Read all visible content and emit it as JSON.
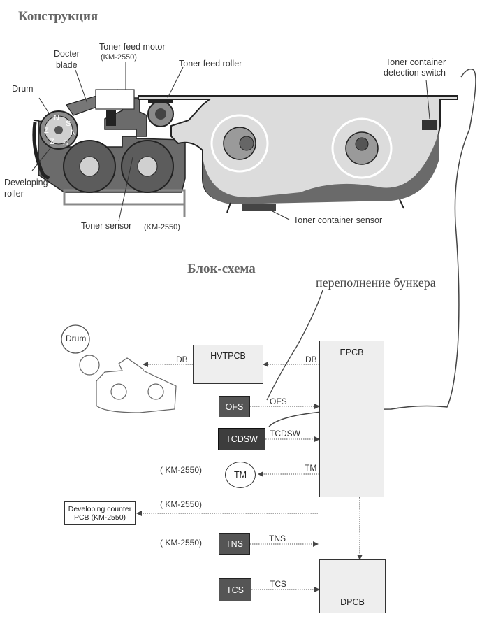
{
  "headings": {
    "construction": "Конструкция",
    "block_diagram": "Блок-схема"
  },
  "labels": {
    "toner_feed_motor": "Toner feed motor",
    "toner_feed_motor_model": "(KM-2550)",
    "docter_blade_1": "Docter",
    "docter_blade_2": "blade",
    "toner_feed_roller": "Toner feed roller",
    "toner_container_detection_1": "Toner container",
    "toner_container_detection_2": "detection switch",
    "drum": "Drum",
    "developing_roller_1": "Developing",
    "developing_roller_2": "roller",
    "toner_sensor": "Toner sensor",
    "toner_sensor_model": "(KM-2550)",
    "toner_container_sensor": "Toner container sensor",
    "magnet_poles": [
      "N",
      "S",
      "Z",
      "N",
      "Z",
      "S"
    ]
  },
  "annotation": "переполнение бункера",
  "blocks": {
    "drum": "Drum",
    "hvtpcb": "HVTPCB",
    "epcb": "EPCB",
    "ofs": "OFS",
    "tcdsw": "TCDSW",
    "tm": "TM",
    "dev_counter_1": "Developing counter",
    "dev_counter_2": "PCB (KM-2550)",
    "tns": "TNS",
    "tcs": "TCS",
    "dpcb": "DPCB"
  },
  "signals": {
    "db_left": "DB",
    "db_right": "DB",
    "ofs": "OFS",
    "tcdsw": "TCDSW",
    "tm": "TM",
    "tns": "TNS",
    "tcs": "TCS",
    "km_tm": "( KM-2550)",
    "km_dev": "( KM-2550)",
    "km_tns": "( KM-2550)"
  }
}
